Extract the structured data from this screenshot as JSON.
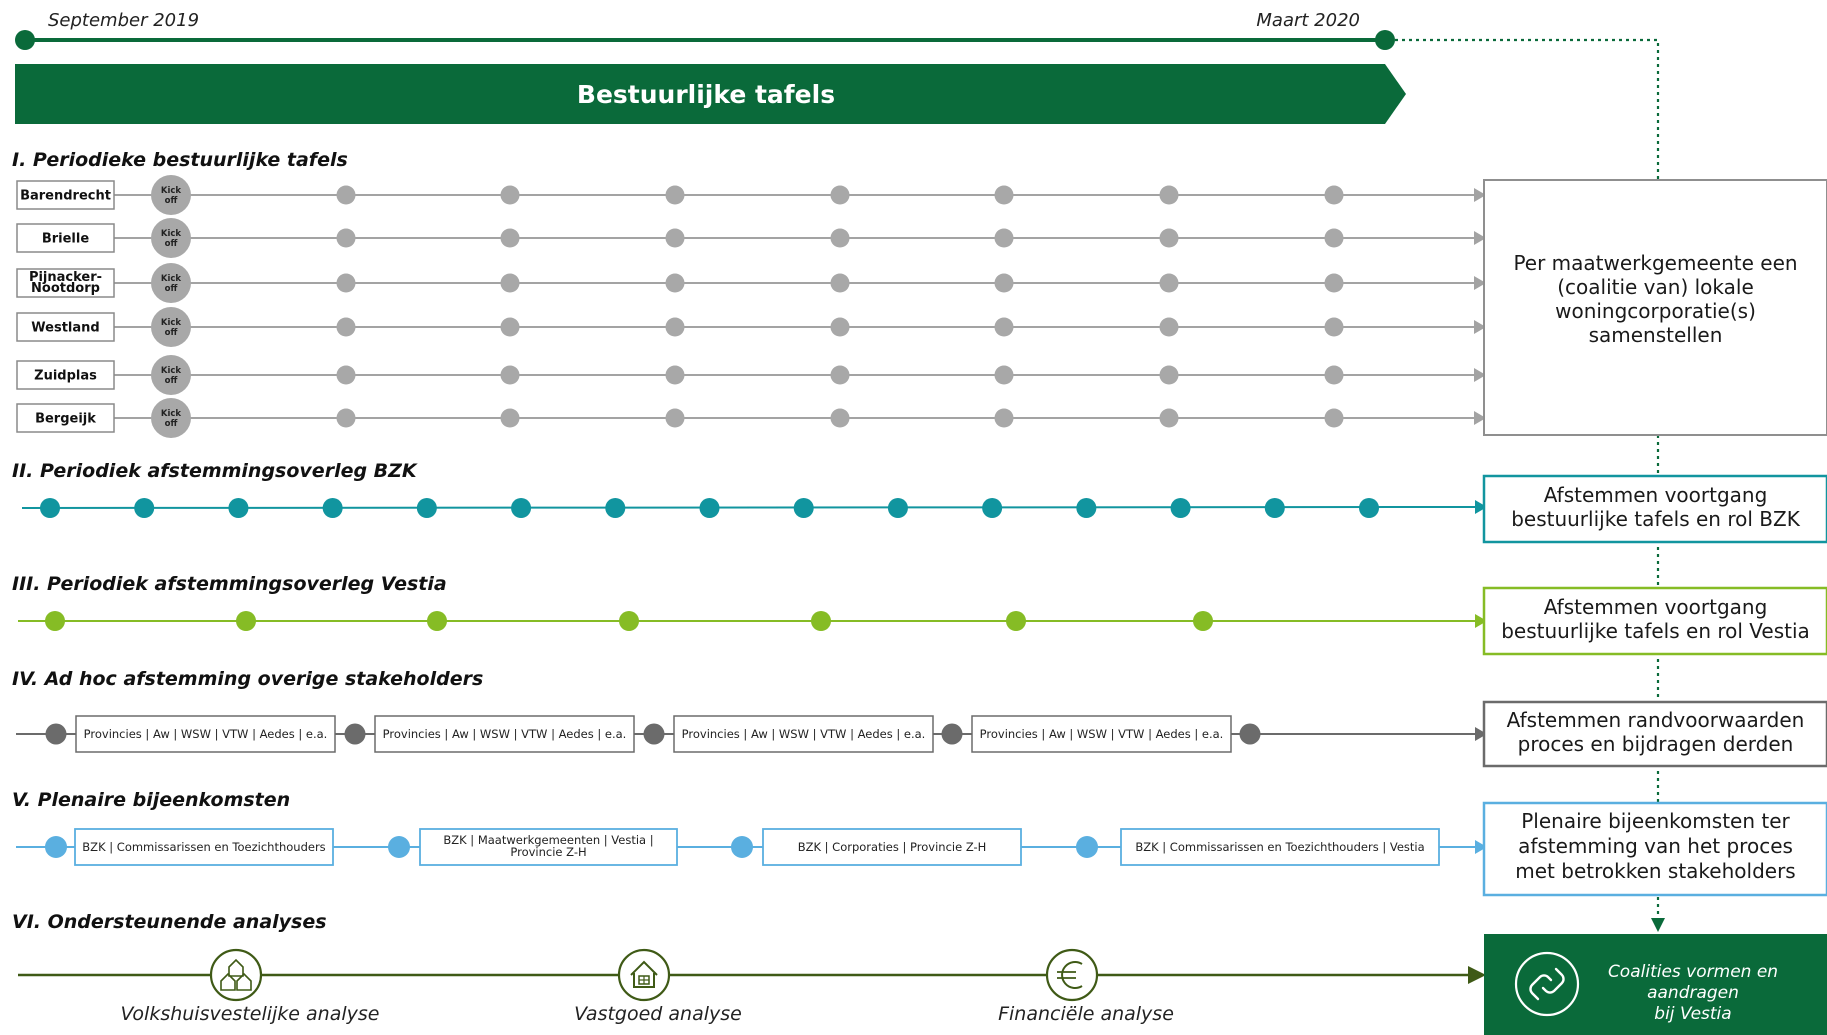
{
  "timeline": {
    "start_label": "September 2019",
    "end_label": "Maart 2020",
    "color": "#0a6a3a"
  },
  "banner": {
    "label": "Bestuurlijke tafels",
    "color": "#0a6a3a"
  },
  "sections": {
    "s1": "I. Periodieke bestuurlijke tafels",
    "s2": "II. Periodiek afstemmingsoverleg BZK",
    "s3": "III. Periodiek afstemmingsoverleg Vestia",
    "s4": "IV. Ad hoc afstemming overige stakeholders",
    "s5": "V. Plenaire bijeenkomsten",
    "s6": "VI. Ondersteunende analyses"
  },
  "tables": {
    "rows": [
      {
        "label": "Barendrecht"
      },
      {
        "label": "Brielle"
      },
      {
        "label": "Pijnacker-\nNootdorp"
      },
      {
        "label": "Westland"
      },
      {
        "label": "Zuidplas"
      },
      {
        "label": "Bergeijk"
      }
    ],
    "kickoff_label": "Kick\noff",
    "meetings_per_row": 7
  },
  "bzk": {
    "color": "#11959f",
    "meetings": 15
  },
  "vestia": {
    "color": "#86bc25",
    "meetings": 7
  },
  "stakeholders": {
    "color": "#6b6b6b",
    "chips": [
      "Provincies | Aw | WSW | VTW | Aedes | e.a.",
      "Provincies | Aw | WSW | VTW | Aedes | e.a.",
      "Provincies | Aw | WSW | VTW | Aedes | e.a.",
      "Provincies | Aw | WSW | VTW | Aedes | e.a."
    ]
  },
  "plenary": {
    "color": "#5aafe0",
    "chips": [
      "BZK | Commissarissen  en Toezichthouders",
      "BZK | Maatwerkgemeenten | Vestia |\nProvincie Z-H",
      "BZK | Corporaties | Provincie Z-H",
      "BZK | Commissarissen  en Toezichthouders | Vestia"
    ]
  },
  "analyses": {
    "color": "#3f5a16",
    "items": [
      {
        "label": "Volkshuisvestelijke analyse",
        "icon": "houses-icon"
      },
      {
        "label": "Vastgoed analyse",
        "icon": "house-icon"
      },
      {
        "label": "Financiële analyse",
        "icon": "euro-icon"
      }
    ]
  },
  "outcomes": {
    "o1": "Per maatwerkgemeente een\n(coalitie van) lokale\nwoningcorporatie(s)\nsamenstellen",
    "o2": "Afstemmen voortgang\nbestuurlijke tafels en rol BZK",
    "o3": "Afstemmen voortgang\nbestuurlijke tafels en rol Vestia",
    "o4": "Afstemmen randvoorwaarden\nproces en bijdragen derden",
    "o5": "Plenaire bijeenkomsten ter\nafstemming van het proces\nmet betrokken stakeholders",
    "o6": "Coalities vormen en\naandragen\nbij Vestia",
    "o6_icon": "link-icon"
  }
}
